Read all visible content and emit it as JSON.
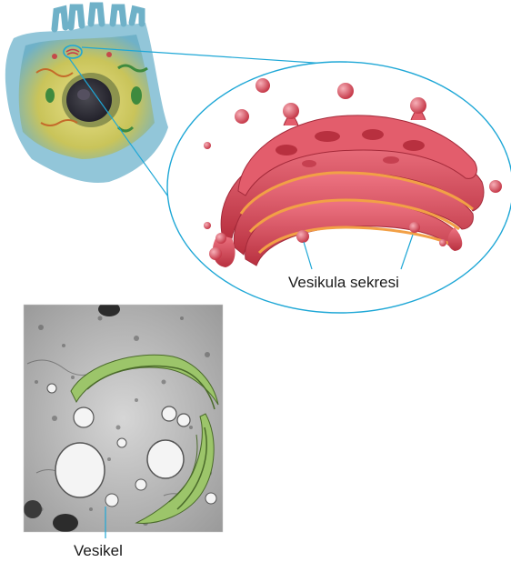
{
  "labels": {
    "secretory_vesicle": "Vesikula sekresi",
    "vesicle": "Vesikel"
  },
  "colors": {
    "leader_line": "#1ea7d6",
    "golgi_red": "#d94a5a",
    "golgi_orange": "#f2a046",
    "cell_green": "#b9c24a",
    "cell_blue": "#6fb1c8",
    "micrograph_green": "#9cc56a"
  },
  "icons": [
    "cell-illustration",
    "golgi-apparatus-illustration",
    "electron-micrograph"
  ]
}
